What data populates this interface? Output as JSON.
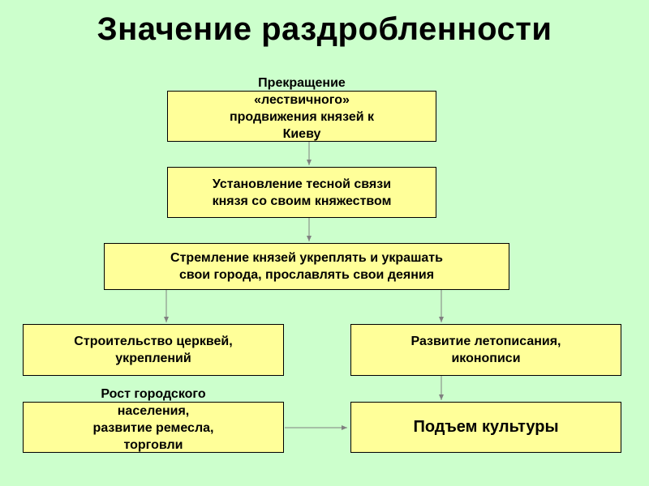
{
  "title": "Значение раздробленности",
  "nodes": {
    "n1": {
      "lines": [
        "Прекращение",
        "«лествичного»",
        "продвижения князей к",
        "Киеву"
      ]
    },
    "n2": {
      "lines": [
        "Установление тесной связи",
        "князя со своим княжеством"
      ]
    },
    "n3": {
      "lines": [
        "Стремление князей укреплять и украшать",
        "свои города, прославлять свои деяния"
      ]
    },
    "n4": {
      "lines": [
        "Строительство церквей,",
        "укреплений"
      ]
    },
    "n5": {
      "lines": [
        "Развитие летописания,",
        "иконописи"
      ]
    },
    "n6": {
      "lines": [
        "Рост городского",
        "населения,",
        "развитие ремесла,",
        "торговли"
      ]
    },
    "n7": {
      "lines": [
        "Подъем культуры"
      ]
    }
  },
  "colors": {
    "background": "#ccffcc",
    "box_fill": "#ffff99",
    "connector": "#808080"
  }
}
